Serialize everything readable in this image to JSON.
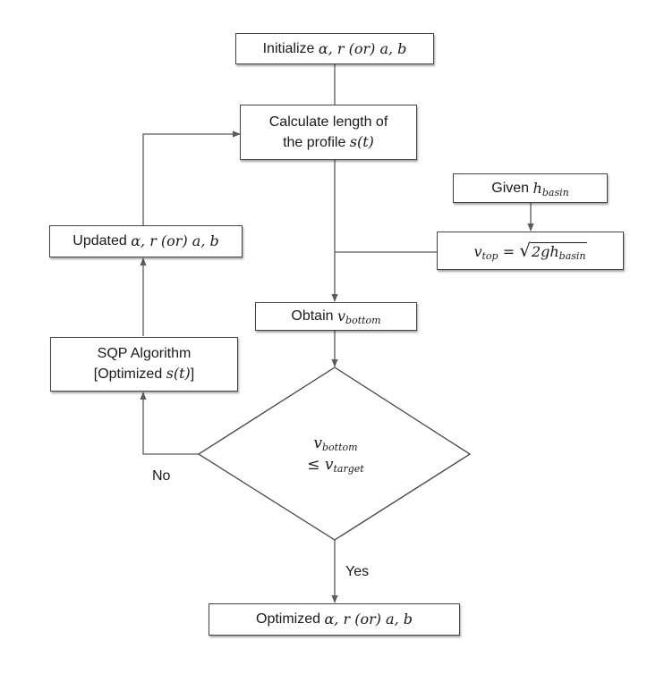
{
  "nodes": {
    "init": {
      "text": "Initialize",
      "math": "α, r (or) a, b"
    },
    "calc": {
      "line1": "Calculate length of",
      "line2": "the profile",
      "math": "s(t)"
    },
    "given": {
      "text": "Given",
      "var": "h",
      "sub": "basin"
    },
    "vtop": {
      "var": "v",
      "sub": "top",
      "eq": " = ",
      "root_sym": "√",
      "root_body": "2gh",
      "root_sub": "basin"
    },
    "obtain": {
      "text": "Obtain",
      "var": "v",
      "sub": "bottom"
    },
    "decision": {
      "var1": "v",
      "sub1": "bottom",
      "op": "≤ ",
      "var2": "v",
      "sub2": "target"
    },
    "updated": {
      "text": "Updated",
      "math": "α, r (or) a, b"
    },
    "sqp": {
      "line1": "SQP Algorithm",
      "line2_pre": "[Optimized",
      "math": "s(t)",
      "line2_post": "]"
    },
    "optimized": {
      "text": "Optimized",
      "math": "α, r (or) a, b"
    }
  },
  "edges": {
    "no_label": "No",
    "yes_label": "Yes"
  },
  "colors": {
    "line": "#5a5a5a",
    "border": "#444444",
    "text": "#1a1a1a"
  }
}
